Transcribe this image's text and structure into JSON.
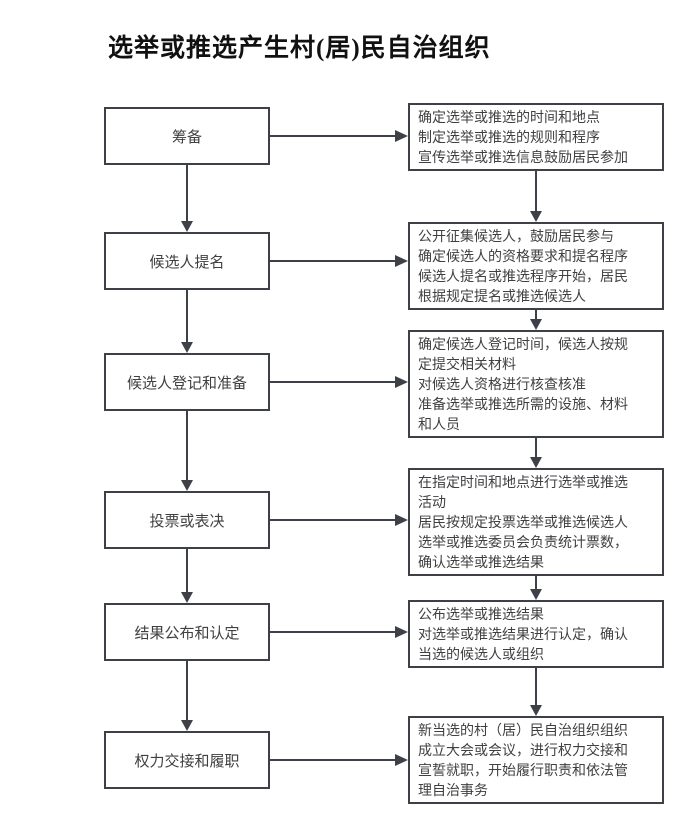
{
  "title": "选举或推选产生村(居)民自治组织",
  "colors": {
    "line": "#3d4147",
    "text": "#404040",
    "background": "#ffffff"
  },
  "stages": [
    {
      "label": "筹备",
      "details": "确定选举或推选的时间和地点\n制定选举或推选的规则和程序\n宣传选举或推选信息鼓励居民参加"
    },
    {
      "label": "候选人提名",
      "details": "公开征集候选人，鼓励居民参与\n确定候选人的资格要求和提名程序\n候选人提名或推选程序开始，居民\n根据规定提名或推选候选人"
    },
    {
      "label": "候选人登记和准备",
      "details": "确定候选人登记时间，候选人按规\n定提交相关材料\n对候选人资格进行核查核准\n准备选举或推选所需的设施、材料\n和人员"
    },
    {
      "label": "投票或表决",
      "details": "在指定时间和地点进行选举或推选\n活动\n居民按规定投票选举或推选候选人\n选举或推选委员会负责统计票数，\n确认选举或推选结果"
    },
    {
      "label": "结果公布和认定",
      "details": "公布选举或推选结果\n对选举或推选结果进行认定，确认\n当选的候选人或组织"
    },
    {
      "label": "权力交接和履职",
      "details": "新当选的村（居）民自治组织组织\n成立大会或会议，进行权力交接和\n宣誓就职，开始履行职责和依法管\n理自治事务"
    }
  ]
}
